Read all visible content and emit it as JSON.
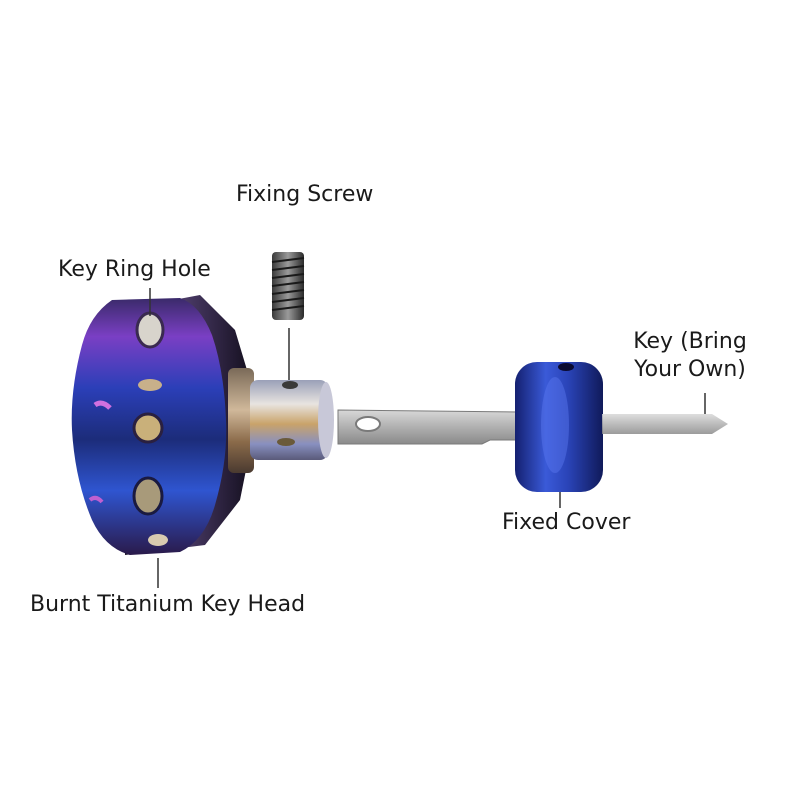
{
  "labels": {
    "fixing_screw": "Fixing Screw",
    "key_ring_hole": "Key Ring Hole",
    "key_bring_your_own": "Key (Bring Your Own)",
    "fixed_cover": "Fixed Cover",
    "burnt_titanium_key_head": "Burnt Titanium Key Head"
  },
  "colors": {
    "titanium_blue": "#2b3fb8",
    "titanium_purple": "#7a3fc4",
    "titanium_bronze": "#b08a5a",
    "steel": "#b9b9b9",
    "leader_line": "#333333"
  }
}
